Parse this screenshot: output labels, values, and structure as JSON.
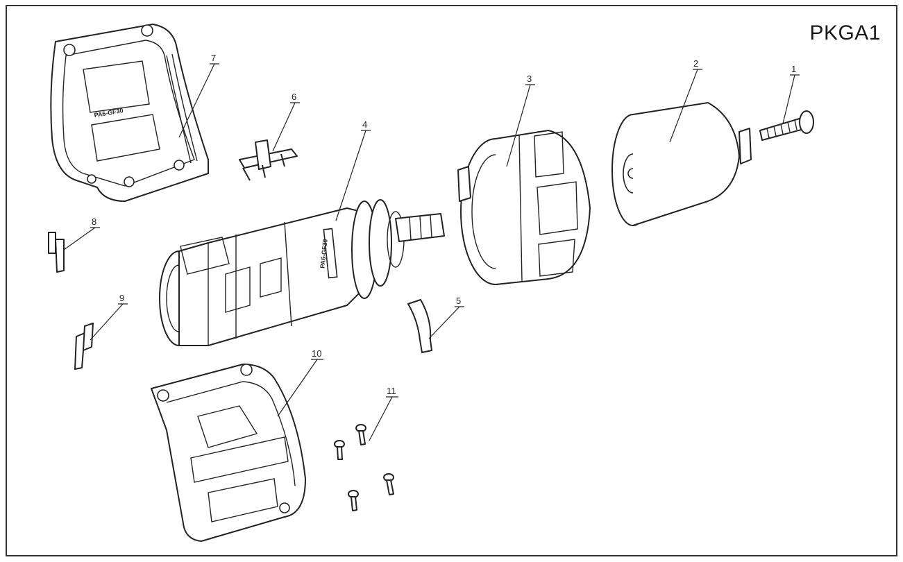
{
  "model_code": "PKGA1",
  "stamp_text": "PA6-GF30",
  "callouts": [
    {
      "id": "1",
      "label": "1"
    },
    {
      "id": "2",
      "label": "2"
    },
    {
      "id": "3",
      "label": "3"
    },
    {
      "id": "4",
      "label": "4"
    },
    {
      "id": "5",
      "label": "5"
    },
    {
      "id": "6",
      "label": "6"
    },
    {
      "id": "7",
      "label": "7"
    },
    {
      "id": "8",
      "label": "8"
    },
    {
      "id": "9",
      "label": "9"
    },
    {
      "id": "10",
      "label": "10"
    },
    {
      "id": "11",
      "label": "11"
    }
  ],
  "colors": {
    "line": "#222222",
    "background": "#ffffff",
    "frame": "#333333"
  }
}
